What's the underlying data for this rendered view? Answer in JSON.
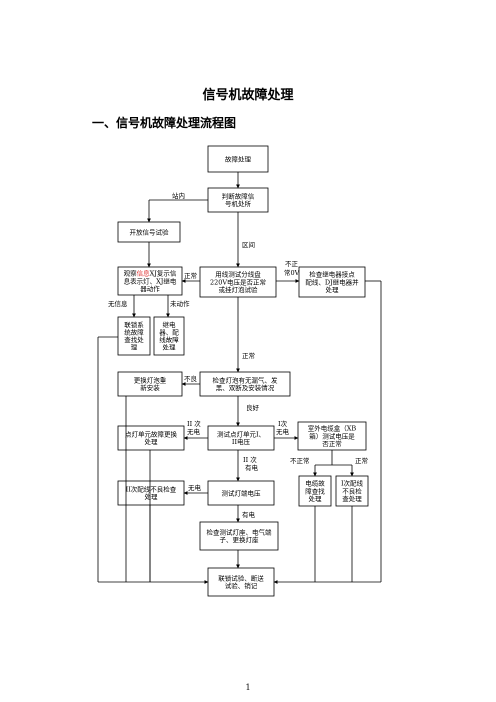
{
  "document": {
    "title": "信号机故障处理",
    "section_title": "一、信号机故障处理流程图",
    "page_number": "1"
  },
  "nodes": [
    {
      "id": "n1",
      "lines": [
        "故障处理"
      ]
    },
    {
      "id": "n2",
      "lines": [
        "判断故障信",
        "号机处所"
      ]
    },
    {
      "id": "n3",
      "lines": [
        "开放信号试验"
      ]
    },
    {
      "id": "n4",
      "lines": [
        "观察信息XJ复示信",
        "息表示灯、XJ继电",
        "器动作"
      ],
      "highlight": {
        "line": 0,
        "text": "信息"
      }
    },
    {
      "id": "n5",
      "lines": [
        "用线测试分线盘",
        "220V电压是否正常",
        "或挂灯泡试验"
      ]
    },
    {
      "id": "n6",
      "lines": [
        "检查继电器接点",
        "配线、DJ继电器并",
        "处理"
      ]
    },
    {
      "id": "n7",
      "lines": [
        "联锁系",
        "统故障",
        "查找处",
        "理"
      ]
    },
    {
      "id": "n8",
      "lines": [
        "继电",
        "器、配",
        "线故障",
        "处理"
      ]
    },
    {
      "id": "n9",
      "lines": [
        "更换灯泡重",
        "新安装"
      ]
    },
    {
      "id": "n10",
      "lines": [
        "检查灯泡有无漏气、发",
        "黑、双断及安装情况"
      ]
    },
    {
      "id": "n11",
      "lines": [
        "点灯单元故障更换",
        "处理"
      ]
    },
    {
      "id": "n12",
      "lines": [
        "测试点灯单元I、",
        "II电压"
      ]
    },
    {
      "id": "n13",
      "lines": [
        "室外电缆盒（XB",
        "箱）测试电压是",
        "否正常"
      ]
    },
    {
      "id": "n14",
      "lines": [
        "II次配线不良检查",
        "处理"
      ]
    },
    {
      "id": "n15",
      "lines": [
        "测试灯端电压"
      ]
    },
    {
      "id": "n16",
      "lines": [
        "电缆故",
        "障查找",
        "处理"
      ]
    },
    {
      "id": "n17",
      "lines": [
        "I次配线",
        "不良检",
        "查处理"
      ]
    },
    {
      "id": "n18",
      "lines": [
        "检查测试灯座、电气端",
        "子、更换灯座"
      ]
    },
    {
      "id": "n19",
      "lines": [
        "联锁试验、断送",
        "试验、销记"
      ]
    }
  ],
  "edge_labels": {
    "station_inner": "站内",
    "section": "区间",
    "abnormal_top": "不正",
    "abnormal_top2": "常0V",
    "normal_left": "正常",
    "no_info": "无信息",
    "no_action": "未动作",
    "normal_mid": "正常",
    "bad": "不良",
    "good": "良好",
    "ii_no_power_1": "II 次",
    "ii_no_power_2": "无电",
    "i_no_power_1": "I次",
    "i_no_power_2": "无电",
    "ii_has_power_1": "II 次",
    "ii_has_power_2": "有电",
    "abnormal_right": "不正常",
    "normal_right": "正常",
    "no_power": "无电",
    "has_power": "有电"
  }
}
